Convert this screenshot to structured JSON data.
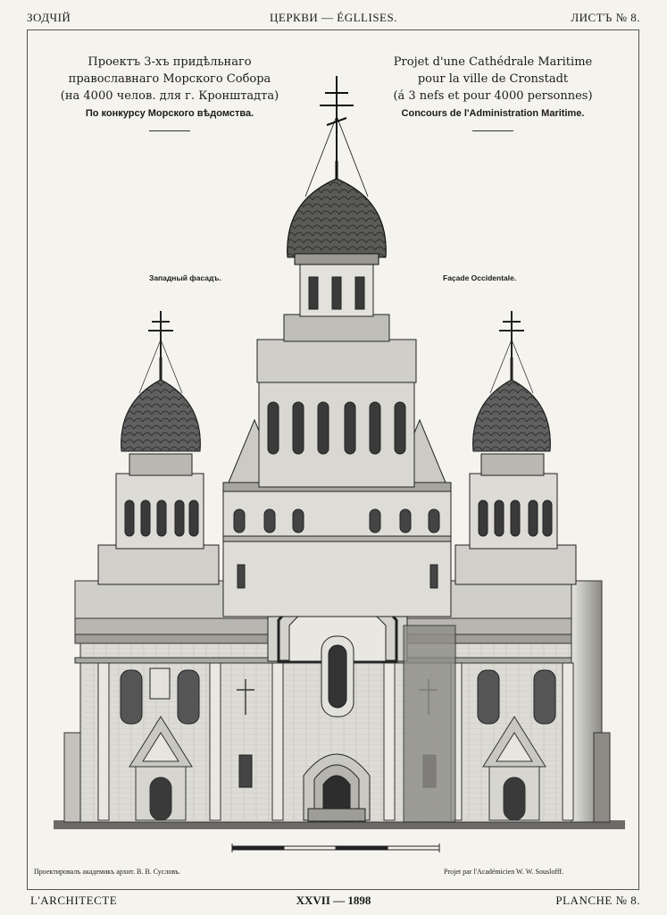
{
  "header": {
    "left": "ЗОДЧІЙ",
    "center": "ЦЕРКВИ — ÉGLLISES.",
    "right": "ЛИСТЪ № 8."
  },
  "title_ru": {
    "line1": "Проектъ 3-хъ придѣльнаго",
    "line2": "православнаго Морского Собора",
    "line3": "(на 4000 челов. для г. Кронштадта)",
    "line4": "По конкурсу Морского вѣдомства."
  },
  "title_fr": {
    "line1": "Projet d'une Cathédrale Maritime",
    "line2": "pour la ville de Cronstadt",
    "line3": "(á 3 nefs et pour 4000 personnes)",
    "line4": "Concours de l'Administration Maritime."
  },
  "captions": {
    "ru": "Западный фасадъ.",
    "fr": "Façade Occidentale."
  },
  "credits": {
    "ru": "Проектировалъ академикъ архит. В. В. Сусловъ.",
    "fr": "Projet par l'Académicien W. W. Souslofff."
  },
  "footer": {
    "left": "L'ARCHITECTE",
    "center": "XXVII — 1898",
    "right": "PLANCHE № 8."
  },
  "colors": {
    "paper": "#f4f3ee",
    "ink": "#1b1b1b",
    "wash": "#d9d8d2"
  }
}
